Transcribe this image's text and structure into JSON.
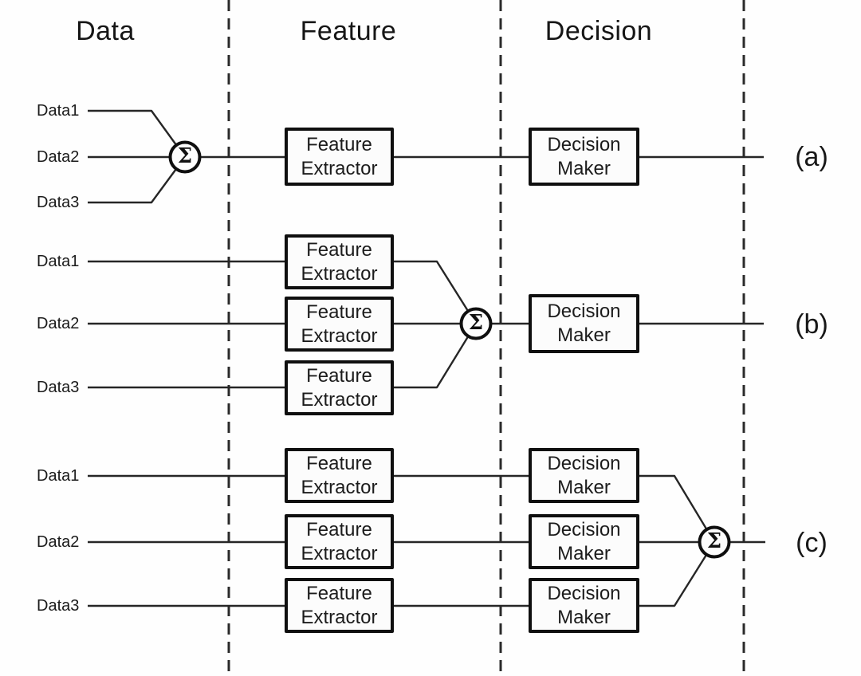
{
  "diagram": {
    "headers": [
      {
        "label": "Data"
      },
      {
        "label": "Feature"
      },
      {
        "label": "Decision"
      }
    ],
    "sum_symbol": "Σ",
    "box_labels": {
      "feature": "Feature Extractor",
      "decision": "Decision Maker"
    },
    "rows": [
      {
        "output_label": "(a)",
        "inputs": [
          "Data1",
          "Data2",
          "Data3"
        ]
      },
      {
        "output_label": "(b)",
        "inputs": [
          "Data1",
          "Data2",
          "Data3"
        ]
      },
      {
        "output_label": "(c)",
        "inputs": [
          "Data1",
          "Data2",
          "Data3"
        ]
      }
    ]
  }
}
